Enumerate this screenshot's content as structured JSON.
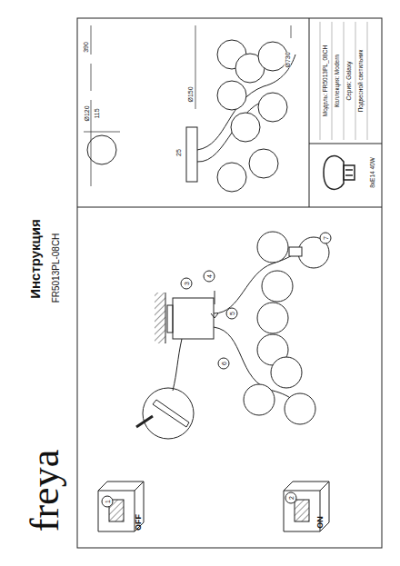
{
  "diagram": {
    "title": "Инструкция",
    "labels": [
      "freya",
      "FR5013PL-08CH",
      "OFF",
      "ON",
      "1",
      "2",
      "3",
      "4",
      "5",
      "6",
      "7",
      "390",
      "Ø730",
      "Ø150",
      "25",
      "Ø120",
      "115",
      "Модель: FR5013PL_08CH",
      "Коллекция: Modern",
      "Серия: Galaxy",
      "Подвесной светильник",
      "8хE14 40W"
    ]
  }
}
